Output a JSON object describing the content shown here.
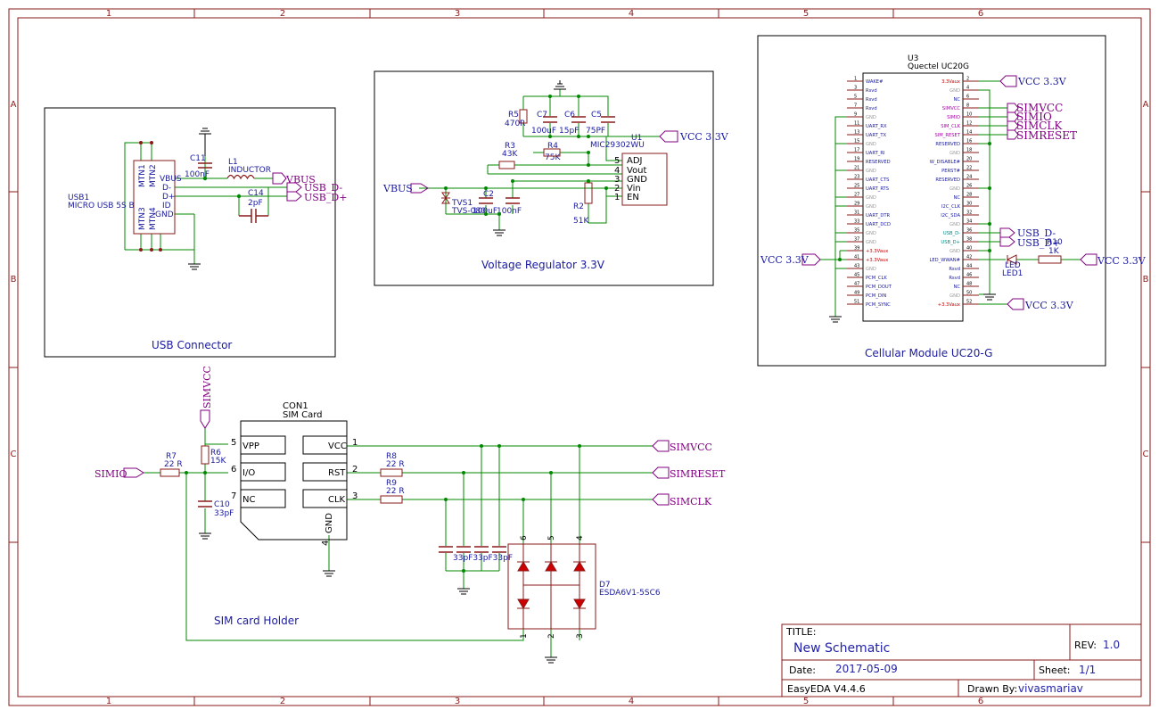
{
  "border": {
    "cols": [
      "1",
      "2",
      "3",
      "4",
      "5",
      "6"
    ],
    "rows": [
      "A",
      "B",
      "C"
    ]
  },
  "blocks": {
    "usb": "USB Connector",
    "reg": "Voltage Regulator 3.3V",
    "cell": "Cellular Module UC20-G",
    "sim": "SIM card Holder"
  },
  "usb": {
    "ref": "USB1",
    "part": "MICRO USB 5S B",
    "mtn1": "MTN1",
    "mtn2": "MTN2",
    "mtn3": "MTN3",
    "mtn4": "MTN4",
    "pins": [
      "VBUS",
      "D-",
      "D+",
      "ID",
      "GND"
    ],
    "c11_ref": "C11",
    "c11_val": "100nF",
    "l1_ref": "L1",
    "l1_val": "INDUCTOR",
    "c14_ref": "C14",
    "c14_val": "2pF",
    "port_vbus": "VBUS",
    "port_dm": "USB_D-",
    "port_dp": "USB_D+"
  },
  "reg": {
    "r5_ref": "R5",
    "r5_val": "470R",
    "c7_ref": "C7",
    "c7_val": "100uF",
    "c6_ref": "C6",
    "c6_val": "15pF",
    "c5_ref": "C5",
    "c5_val": "75PF",
    "u1_ref": "U1",
    "u1_part": "MIC29302WU",
    "r3_ref": "R3",
    "r3_val": "43K",
    "r4_ref": "R4",
    "r4_val": "75K",
    "r2_ref": "R2",
    "r2_val": "51K",
    "tvs_ref": "TVS1",
    "tvs_val": "TVS-080",
    "c2_ref": "C2",
    "c2_val": "100uF",
    "c_extra_val": "100nF",
    "pin_names": [
      "ADJ",
      "Vout",
      "GND",
      "Vin",
      "EN"
    ],
    "pin_nums": [
      "5",
      "4",
      "3",
      "2",
      "1"
    ],
    "port_vcc": "VCC 3.3V",
    "port_vbus": "VBUS"
  },
  "cell": {
    "ref": "U3",
    "part": "Quectel UC20G",
    "left_pins": [
      {
        "n": "1",
        "l": "WAKE#"
      },
      {
        "n": "3",
        "l": "Rsvd"
      },
      {
        "n": "5",
        "l": "Rsvd"
      },
      {
        "n": "7",
        "l": "Rsvd"
      },
      {
        "n": "9",
        "l": "GND"
      },
      {
        "n": "11",
        "l": "UART_RX"
      },
      {
        "n": "13",
        "l": "UART_TX"
      },
      {
        "n": "15",
        "l": "GND"
      },
      {
        "n": "17",
        "l": "UART_RI"
      },
      {
        "n": "19",
        "l": "RESERVED"
      },
      {
        "n": "21",
        "l": "GND"
      },
      {
        "n": "23",
        "l": "UART_CTS"
      },
      {
        "n": "25",
        "l": "UART_RTS"
      },
      {
        "n": "27",
        "l": "GND"
      },
      {
        "n": "29",
        "l": "GND"
      },
      {
        "n": "31",
        "l": "UART_DTR"
      },
      {
        "n": "33",
        "l": "UART_DCD"
      },
      {
        "n": "35",
        "l": "GND"
      },
      {
        "n": "37",
        "l": "GND"
      },
      {
        "n": "39",
        "l": "+3.3Vaux"
      },
      {
        "n": "41",
        "l": "+3.3Vaux"
      },
      {
        "n": "43",
        "l": "GND"
      },
      {
        "n": "45",
        "l": "PCM_CLK"
      },
      {
        "n": "47",
        "l": "PCM_DOUT"
      },
      {
        "n": "49",
        "l": "PCM_DIN"
      },
      {
        "n": "51",
        "l": "PCM_SYNC"
      }
    ],
    "right_pins": [
      {
        "n": "2",
        "l": "3.3Vaux"
      },
      {
        "n": "4",
        "l": "GND"
      },
      {
        "n": "6",
        "l": "NC"
      },
      {
        "n": "8",
        "l": "SIMVCC"
      },
      {
        "n": "10",
        "l": "SIMIO"
      },
      {
        "n": "12",
        "l": "SIM_CLK"
      },
      {
        "n": "14",
        "l": "SIM_RESET"
      },
      {
        "n": "16",
        "l": "RESERVED"
      },
      {
        "n": "18",
        "l": "GND"
      },
      {
        "n": "20",
        "l": "W_DISABLE#"
      },
      {
        "n": "22",
        "l": "PERST#"
      },
      {
        "n": "24",
        "l": "RESERVED"
      },
      {
        "n": "26",
        "l": "GND"
      },
      {
        "n": "28",
        "l": "NC"
      },
      {
        "n": "30",
        "l": "I2C_CLK"
      },
      {
        "n": "32",
        "l": "I2C_SDA"
      },
      {
        "n": "34",
        "l": "GND"
      },
      {
        "n": "36",
        "l": "USB_D-"
      },
      {
        "n": "38",
        "l": "USB_D+"
      },
      {
        "n": "40",
        "l": "GND"
      },
      {
        "n": "42",
        "l": "LED_WWAN#"
      },
      {
        "n": "44",
        "l": "Rsvd"
      },
      {
        "n": "46",
        "l": "Rsvd"
      },
      {
        "n": "48",
        "l": "NC"
      },
      {
        "n": "50",
        "l": "GND"
      },
      {
        "n": "52",
        "l": "+3.3Vaux"
      }
    ],
    "port_vcc_top": "VCC 3.3V",
    "port_simvcc": "SIMVCC",
    "port_simio": "SIMIO",
    "port_simclk": "SIMCLK",
    "port_simreset": "SIMRESET",
    "port_usbdm": "USB_D-",
    "port_usbdp": "USB_D+",
    "port_vcc_left": "VCC 3.3V",
    "port_vcc_right": "VCC 3.3V",
    "port_vcc_bottom": "VCC 3.3V",
    "led_ref": "LED",
    "led_ref2": "LED1",
    "r10_ref": "R10",
    "r10_val": "1K"
  },
  "sim": {
    "con_ref": "CON1",
    "con_part": "SIM Card",
    "pins_left": [
      {
        "n": "5",
        "l": "VPP"
      },
      {
        "n": "6",
        "l": "I/O"
      },
      {
        "n": "7",
        "l": "NC"
      }
    ],
    "pins_right": [
      {
        "n": "1",
        "l": "VCC"
      },
      {
        "n": "2",
        "l": "RST"
      },
      {
        "n": "3",
        "l": "CLK"
      }
    ],
    "gnd_pin_n": "4",
    "gnd_pin_l": "GND",
    "port_simvcc_top": "SIMVCC",
    "port_simio": "SIMIO",
    "r7_ref": "R7",
    "r7_val": "22 R",
    "r6_ref": "R6",
    "r6_val": "15K",
    "c10_ref": "C10",
    "c10_val": "33pF",
    "r8_ref": "R8",
    "r8_val": "22 R",
    "r9_ref": "R9",
    "r9_val": "22 R",
    "caps_val": "33pF33pF33pF",
    "port_simvcc": "SIMVCC",
    "port_simreset": "SIMRESET",
    "port_simclk": "SIMCLK",
    "d7_ref": "D7",
    "d7_part": "ESDA6V1-5SC6",
    "d7_top_pins": [
      "6",
      "5",
      "4"
    ],
    "d7_bot_pins": [
      "1",
      "2",
      "3"
    ]
  },
  "title_block": {
    "title_label": "TITLE:",
    "title": "New Schematic",
    "rev_label": "REV:",
    "rev": "1.0",
    "date_label": "Date:",
    "date": "2017-05-09",
    "sheet_label": "Sheet:",
    "sheet": "1/1",
    "tool": "EasyEDA V4.4.6",
    "drawn_label": "Drawn By:",
    "drawn": "vivasmariav"
  },
  "colors": {
    "frame": "#8b1a1a",
    "wire": "#008800",
    "label": "#1a1aa0",
    "port": "#800080",
    "pin_red": "#cc0000",
    "title_text": "#2222aa"
  }
}
